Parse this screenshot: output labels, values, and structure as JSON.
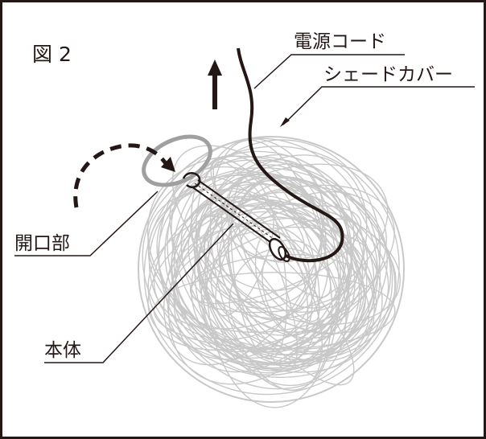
{
  "figure": {
    "number": "図 2",
    "labels": {
      "power_cord": "電源コード",
      "shade_cover": "シェードカバー",
      "opening": "開口部",
      "main_body": "本体"
    }
  },
  "colors": {
    "ink": "#231815",
    "shade_wire": "#c8c8c8",
    "opening_ring": "#a0a0a0",
    "frame": "#231815"
  },
  "icons": {
    "up_arrow": "up-arrow-icon",
    "curved_arrow": "curved-dashed-arrow-icon"
  }
}
